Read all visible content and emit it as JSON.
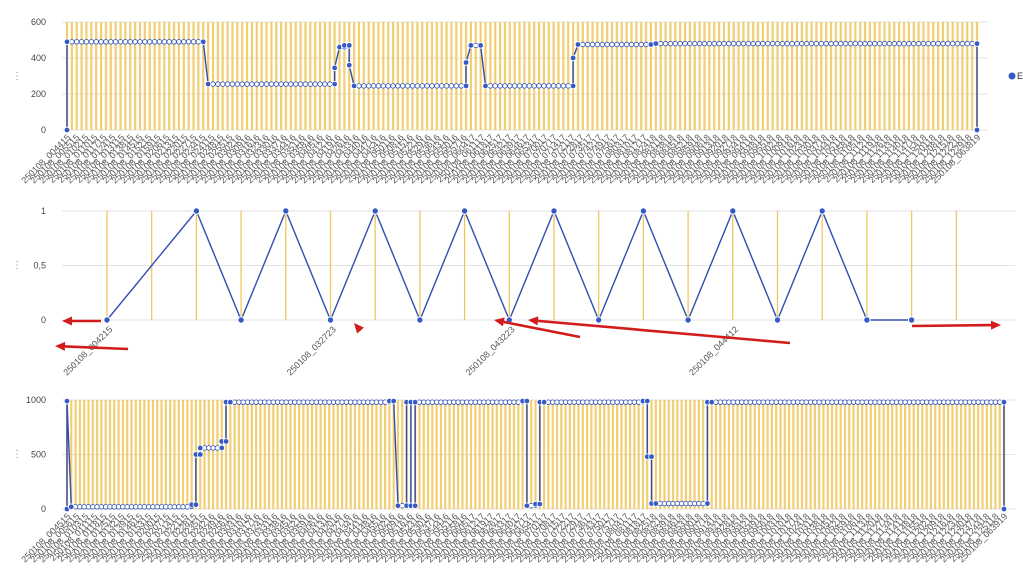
{
  "colors": {
    "line": "#2f4fb0",
    "marker_fill": "#3559c6",
    "bar": "#f0c75a",
    "grid": "#e2e2e2",
    "arrow": "#d21c1c",
    "axis_text": "#555555"
  },
  "side_menu_glyph": "⋮",
  "chart_data": [
    {
      "type": "line",
      "ylim": [
        0,
        600
      ],
      "yticks": [
        "0",
        "200",
        "400",
        "600"
      ],
      "background_bars": true,
      "grid": true,
      "legend": {
        "placement": "right",
        "series_name": "EL"
      },
      "series": [
        {
          "name": "EL",
          "segments": [
            {
              "from": 0,
              "to": 0,
              "value": 0
            },
            {
              "from": 0,
              "to": 0,
              "value": 490
            },
            {
              "from": 0,
              "to": 28,
              "value": 490
            },
            {
              "from": 29,
              "to": 55,
              "value": 255
            },
            {
              "from": 55,
              "to": 55,
              "value": 345
            },
            {
              "from": 56,
              "to": 57,
              "value": 460
            },
            {
              "from": 57,
              "to": 58,
              "value": 470
            },
            {
              "from": 58,
              "to": 58,
              "value": 360
            },
            {
              "from": 59,
              "to": 82,
              "value": 245
            },
            {
              "from": 82,
              "to": 82,
              "value": 375
            },
            {
              "from": 83,
              "to": 85,
              "value": 470
            },
            {
              "from": 86,
              "to": 104,
              "value": 245
            },
            {
              "from": 104,
              "to": 104,
              "value": 400
            },
            {
              "from": 105,
              "to": 120,
              "value": 475
            },
            {
              "from": 121,
              "to": 187,
              "value": 480
            },
            {
              "from": 187,
              "to": 187,
              "value": 0
            }
          ],
          "count": 188
        }
      ],
      "xtick_labels": [
        "250108_004415",
        "250108_005515",
        "250108_010215",
        "250108_011015",
        "250108_011715",
        "250108_012415",
        "250108_013115",
        "250108_013815",
        "250108_014515",
        "250108_015215",
        "250108_015915",
        "250108_020615",
        "250108_021315",
        "250108_022015",
        "250108_022715",
        "250108_023415",
        "250108_024115",
        "250108_024815",
        "250108_025515",
        "250108_030216",
        "250108_030916",
        "250108_031616",
        "250108_032316",
        "250108_033016",
        "250108_033716",
        "250108_034416",
        "250108_035116",
        "250108_035816",
        "250108_040516",
        "250108_041216",
        "250108_041916",
        "250108_042616",
        "250108_043316",
        "250108_044016",
        "250108_044716",
        "250108_045416",
        "250108_050116",
        "250108_050816",
        "250108_051516",
        "250108_052216",
        "250108_052916",
        "250108_053616",
        "250108_054316",
        "250108_055016",
        "250108_055716",
        "250108_060417",
        "250108_061117",
        "250108_061817",
        "250108_062517",
        "250108_063217",
        "250108_063917",
        "250108_064617",
        "250108_065317",
        "250108_070017",
        "250108_070717",
        "250108_071417",
        "250108_072117",
        "250108_072817",
        "250108_073517",
        "250108_074217",
        "250108_074917",
        "250108_075617",
        "250108_080317",
        "250108_081017",
        "250108_081717",
        "250108_082418",
        "250108_083118",
        "250108_083818",
        "250108_084518",
        "250108_085218",
        "250108_085918",
        "250108_090618",
        "250108_091318",
        "250108_092018",
        "250108_092718",
        "250108_093418",
        "250108_094118",
        "250108_094818",
        "250108_095518",
        "250108_100218",
        "250108_100918",
        "250108_101618",
        "250108_102318",
        "250108_103018",
        "250108_103718",
        "250108_104418",
        "250108_105118",
        "250108_105818",
        "250108_110518",
        "250108_111218",
        "250108_111918",
        "250108_112618",
        "250108_113318",
        "250108_114018",
        "250108_114718",
        "250108_115418",
        "250108_120118",
        "250108_120818",
        "250108_121518",
        "250108_122218",
        "250108_122918",
        "250108_063819"
      ]
    },
    {
      "type": "line",
      "ylim": [
        0,
        1
      ],
      "yticks": [
        "0",
        "0,5",
        "1"
      ],
      "background_bars": true,
      "grid": true,
      "series": [
        {
          "values": [
            0,
            1,
            0,
            1,
            0,
            1,
            0,
            1,
            0,
            1,
            0,
            1,
            0,
            1,
            0,
            1,
            0,
            0
          ],
          "positions": [
            0,
            2,
            3,
            4,
            5,
            6,
            7,
            8,
            9,
            10,
            11,
            12,
            13,
            14,
            15,
            16,
            17,
            18
          ]
        }
      ],
      "xtick_labels": [
        {
          "text": "250108_004215",
          "index": 0
        },
        {
          "text": "250108_032723",
          "index": 5
        },
        {
          "text": "250108_043223",
          "index": 9
        },
        {
          "text": "250108_044412",
          "index": 14
        }
      ],
      "annotations": [
        {
          "kind": "arrow",
          "direction": "left"
        },
        {
          "kind": "arrow",
          "direction": "left"
        },
        {
          "kind": "arrow",
          "direction": "up-left"
        },
        {
          "kind": "arrow",
          "direction": "left"
        },
        {
          "kind": "arrow",
          "direction": "left"
        },
        {
          "kind": "arrow",
          "direction": "right"
        }
      ]
    },
    {
      "type": "line",
      "ylim": [
        0,
        1000
      ],
      "yticks": [
        "0",
        "500",
        "1000"
      ],
      "background_bars": true,
      "grid": true,
      "series": [
        {
          "segments": [
            {
              "from": 0,
              "to": 0,
              "value": 0
            },
            {
              "from": 0,
              "to": 0,
              "value": 990
            },
            {
              "from": 1,
              "to": 1,
              "value": 20
            },
            {
              "from": 1,
              "to": 29,
              "value": 20
            },
            {
              "from": 29,
              "to": 30,
              "value": 40
            },
            {
              "from": 30,
              "to": 31,
              "value": 500
            },
            {
              "from": 31,
              "to": 36,
              "value": 560
            },
            {
              "from": 36,
              "to": 37,
              "value": 620
            },
            {
              "from": 37,
              "to": 37,
              "value": 980
            },
            {
              "from": 38,
              "to": 75,
              "value": 980
            },
            {
              "from": 75,
              "to": 76,
              "value": 990
            },
            {
              "from": 77,
              "to": 79,
              "value": 30
            },
            {
              "from": 79,
              "to": 80,
              "value": 980
            },
            {
              "from": 80,
              "to": 81,
              "value": 30
            },
            {
              "from": 81,
              "to": 106,
              "value": 980
            },
            {
              "from": 106,
              "to": 107,
              "value": 990
            },
            {
              "from": 107,
              "to": 109,
              "value": 30
            },
            {
              "from": 109,
              "to": 110,
              "value": 45
            },
            {
              "from": 110,
              "to": 110,
              "value": 980
            },
            {
              "from": 111,
              "to": 134,
              "value": 980
            },
            {
              "from": 134,
              "to": 135,
              "value": 990
            },
            {
              "from": 135,
              "to": 136,
              "value": 480
            },
            {
              "from": 136,
              "to": 136,
              "value": 50
            },
            {
              "from": 137,
              "to": 149,
              "value": 50
            },
            {
              "from": 149,
              "to": 149,
              "value": 980
            },
            {
              "from": 150,
              "to": 218,
              "value": 980
            },
            {
              "from": 218,
              "to": 218,
              "value": 0
            }
          ],
          "count": 219
        }
      ],
      "xtick_labels": [
        "250108_004515",
        "250108_005615",
        "250108_010315",
        "250108_011115",
        "250108_011815",
        "250108_012515",
        "250108_013215",
        "250108_013915",
        "250108_014615",
        "250108_015315",
        "250108_020015",
        "250108_020715",
        "250108_021415",
        "250108_022115",
        "250108_022815",
        "250108_023515",
        "250108_024216",
        "250108_024916",
        "250108_025616",
        "250108_030316",
        "250108_031016",
        "250108_031716",
        "250108_032416",
        "250108_033116",
        "250108_033816",
        "250108_034516",
        "250108_035216",
        "250108_035916",
        "250108_040616",
        "250108_041316",
        "250108_042016",
        "250108_042716",
        "250108_043416",
        "250108_044116",
        "250108_044816",
        "250108_045516",
        "250108_050216",
        "250108_050916",
        "250108_051616",
        "250108_052316",
        "250108_053016",
        "250108_053716",
        "250108_054416",
        "250108_055116",
        "250108_055816",
        "250108_060517",
        "250108_061217",
        "250108_061917",
        "250108_062617",
        "250108_063317",
        "250108_064017",
        "250108_064717",
        "250108_065417",
        "250108_070117",
        "250108_070817",
        "250108_071517",
        "250108_072217",
        "250108_072917",
        "250108_073617",
        "250108_074317",
        "250108_075017",
        "250108_075717",
        "250108_080417",
        "250108_081117",
        "250108_081817",
        "250108_082518",
        "250108_083218",
        "250108_083918",
        "250108_084618",
        "250108_085318",
        "250108_090018",
        "250108_090718",
        "250108_091418",
        "250108_092118",
        "250108_092818",
        "250108_093518",
        "250108_094218",
        "250108_094918",
        "250108_095618",
        "250108_100318",
        "250108_101018",
        "250108_101718",
        "250108_102418",
        "250108_103118",
        "250108_103818",
        "250108_104518",
        "250108_105218",
        "250108_105918",
        "250108_110618",
        "250108_111318",
        "250108_112018",
        "250108_112718",
        "250108_113418",
        "250108_114118",
        "250108_114818",
        "250108_115518",
        "250108_120218",
        "250108_120918",
        "250108_121618",
        "250108_122318",
        "250108_123018",
        "250108_123718",
        "250108_124418",
        "250108_125118",
        "250108_063919"
      ]
    }
  ]
}
